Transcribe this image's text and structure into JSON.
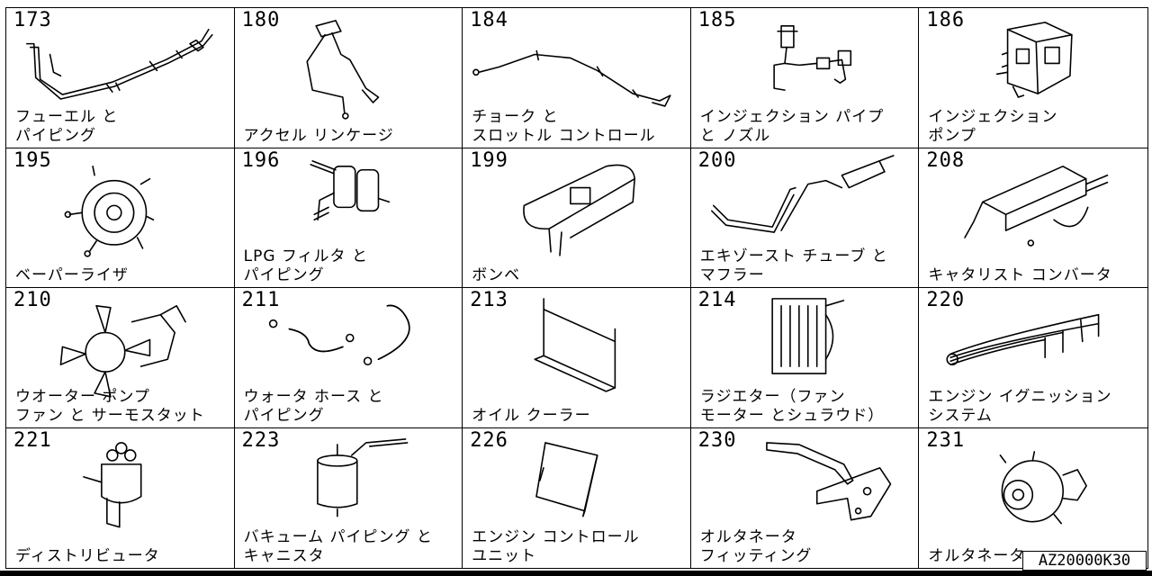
{
  "catalog": {
    "code": "AZ20000K30",
    "items": [
      {
        "num": "173",
        "label": "フューエル と\nパイピング",
        "icon": "fuel-piping-icon"
      },
      {
        "num": "180",
        "label": "アクセル リンケージ",
        "icon": "accelerator-linkage-icon"
      },
      {
        "num": "184",
        "label": "チョーク と\nスロットル コントロール",
        "icon": "choke-throttle-cable-icon"
      },
      {
        "num": "185",
        "label": "インジェクション パイプ\nと ノズル",
        "icon": "injection-pipe-nozzle-icon"
      },
      {
        "num": "186",
        "label": "インジェクション\nポンプ",
        "icon": "injection-pump-icon"
      },
      {
        "num": "195",
        "label": "ベーパーライザ",
        "icon": "vaporizer-icon"
      },
      {
        "num": "196",
        "label": "LPG フィルタ と\nパイピング",
        "icon": "lpg-filter-icon"
      },
      {
        "num": "199",
        "label": "ボンベ",
        "icon": "gas-cylinder-icon"
      },
      {
        "num": "200",
        "label": "エキゾースト チューブ と\nマフラー",
        "icon": "exhaust-muffler-icon"
      },
      {
        "num": "208",
        "label": "キャタリスト コンバータ",
        "icon": "catalytic-converter-icon"
      },
      {
        "num": "210",
        "label": "ウオーター ポンプ\nファン と サーモスタット",
        "icon": "water-pump-fan-icon"
      },
      {
        "num": "211",
        "label": "ウォータ ホース と\nパイピング",
        "icon": "water-hose-icon"
      },
      {
        "num": "213",
        "label": "オイル クーラー",
        "icon": "oil-cooler-icon"
      },
      {
        "num": "214",
        "label": "ラジエター（ファン\nモーター とシュラウド）",
        "icon": "radiator-icon"
      },
      {
        "num": "220",
        "label": "エンジン イグニッション\nシステム",
        "icon": "ignition-wires-icon"
      },
      {
        "num": "221",
        "label": "ディストリビュータ",
        "icon": "distributor-icon"
      },
      {
        "num": "223",
        "label": "バキューム パイピング と\nキャニスタ",
        "icon": "vacuum-canister-icon"
      },
      {
        "num": "226",
        "label": "エンジン コントロール\nユニット",
        "icon": "ecu-icon"
      },
      {
        "num": "230",
        "label": "オルタネータ\nフィッティング",
        "icon": "alternator-bracket-icon"
      },
      {
        "num": "231",
        "label": "オルタネータ",
        "icon": "alternator-icon"
      }
    ]
  }
}
